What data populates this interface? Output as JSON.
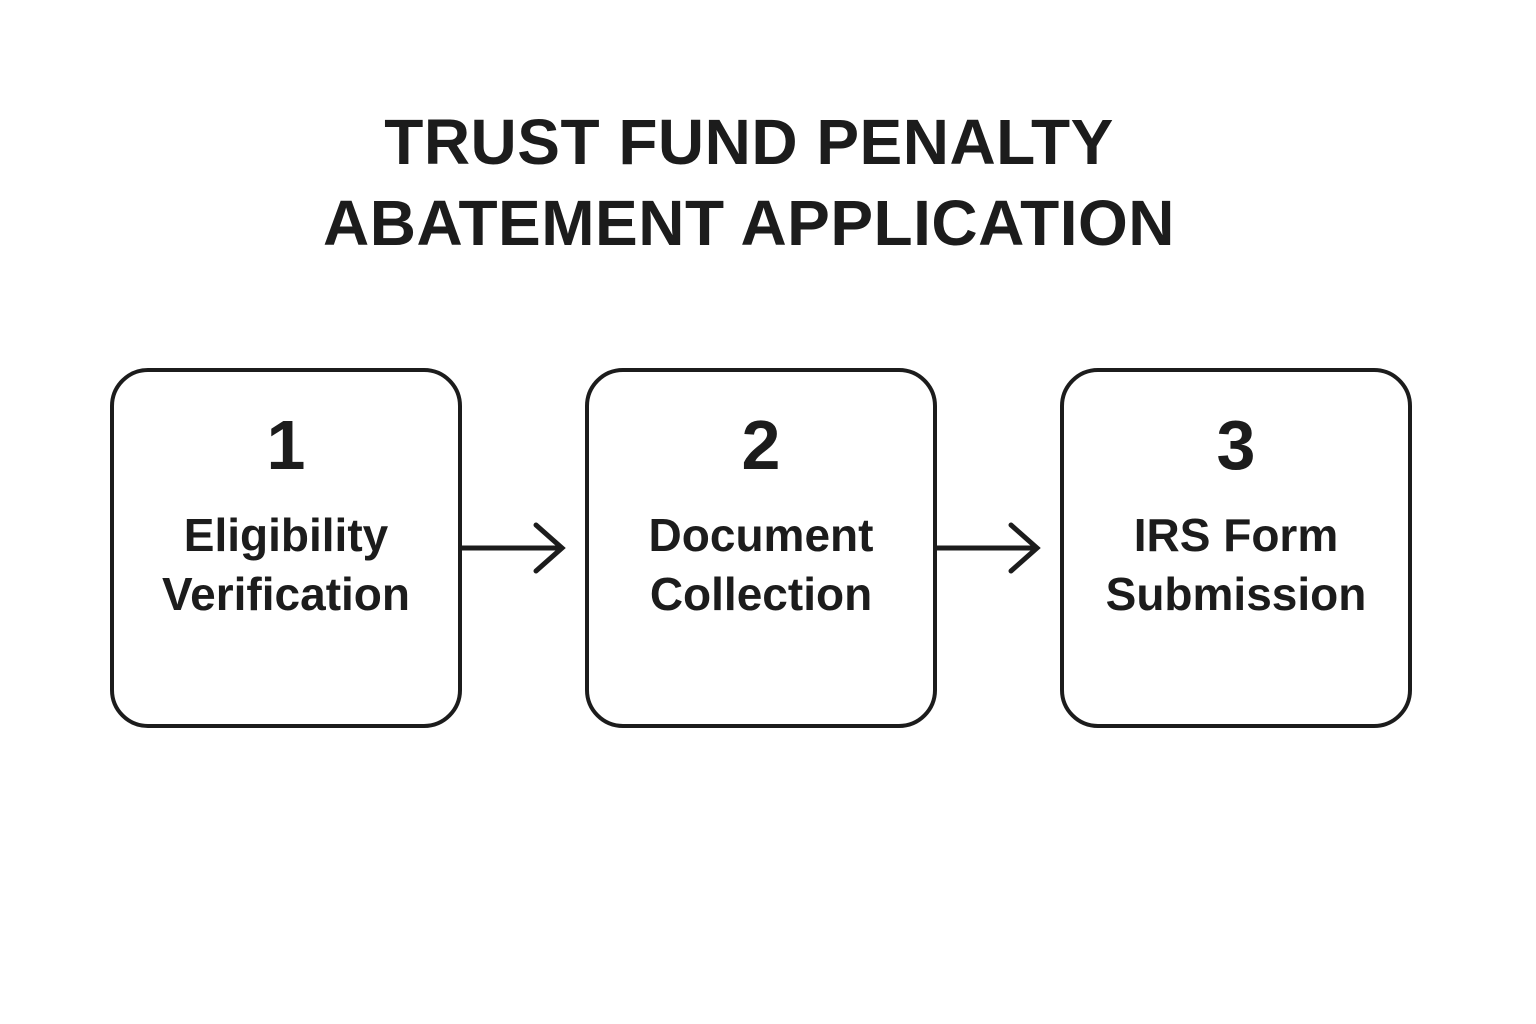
{
  "page": {
    "background_color": "#ffffff",
    "ink_color": "#1c1c1c"
  },
  "title": {
    "line1": "TRUST FUND PENALTY",
    "line2": "ABATEMENT APPLICATION"
  },
  "steps": [
    {
      "number": "1",
      "label_lines": [
        "Eligibility",
        "Verification"
      ]
    },
    {
      "number": "2",
      "label_lines": [
        "Document",
        "Collection"
      ]
    },
    {
      "number": "3",
      "label_lines": [
        "IRS Form",
        "Submission"
      ]
    }
  ],
  "arrows": {
    "direction": "right",
    "count": 2
  }
}
